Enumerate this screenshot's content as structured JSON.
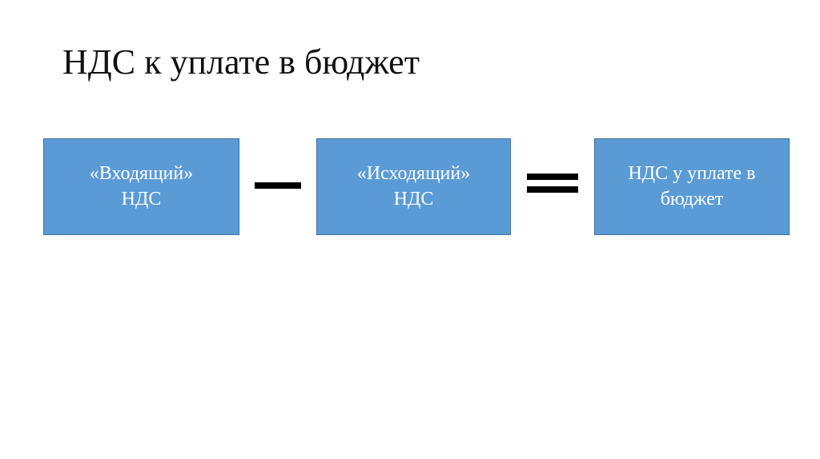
{
  "slide": {
    "title": "НДС к уплате в бюджет"
  },
  "diagram": {
    "boxes": [
      {
        "line1": "«Входящий»",
        "line2": "НДС"
      },
      {
        "line1": "«Исходящий»",
        "line2": "НДС"
      },
      {
        "line1": "НДС у уплате в",
        "line2": "бюджет"
      }
    ],
    "operators": [
      "minus",
      "equals"
    ],
    "colors": {
      "box_fill": "#5b9bd5",
      "box_border": "#41719c",
      "box_text": "#ffffff",
      "operator": "#000000"
    }
  }
}
